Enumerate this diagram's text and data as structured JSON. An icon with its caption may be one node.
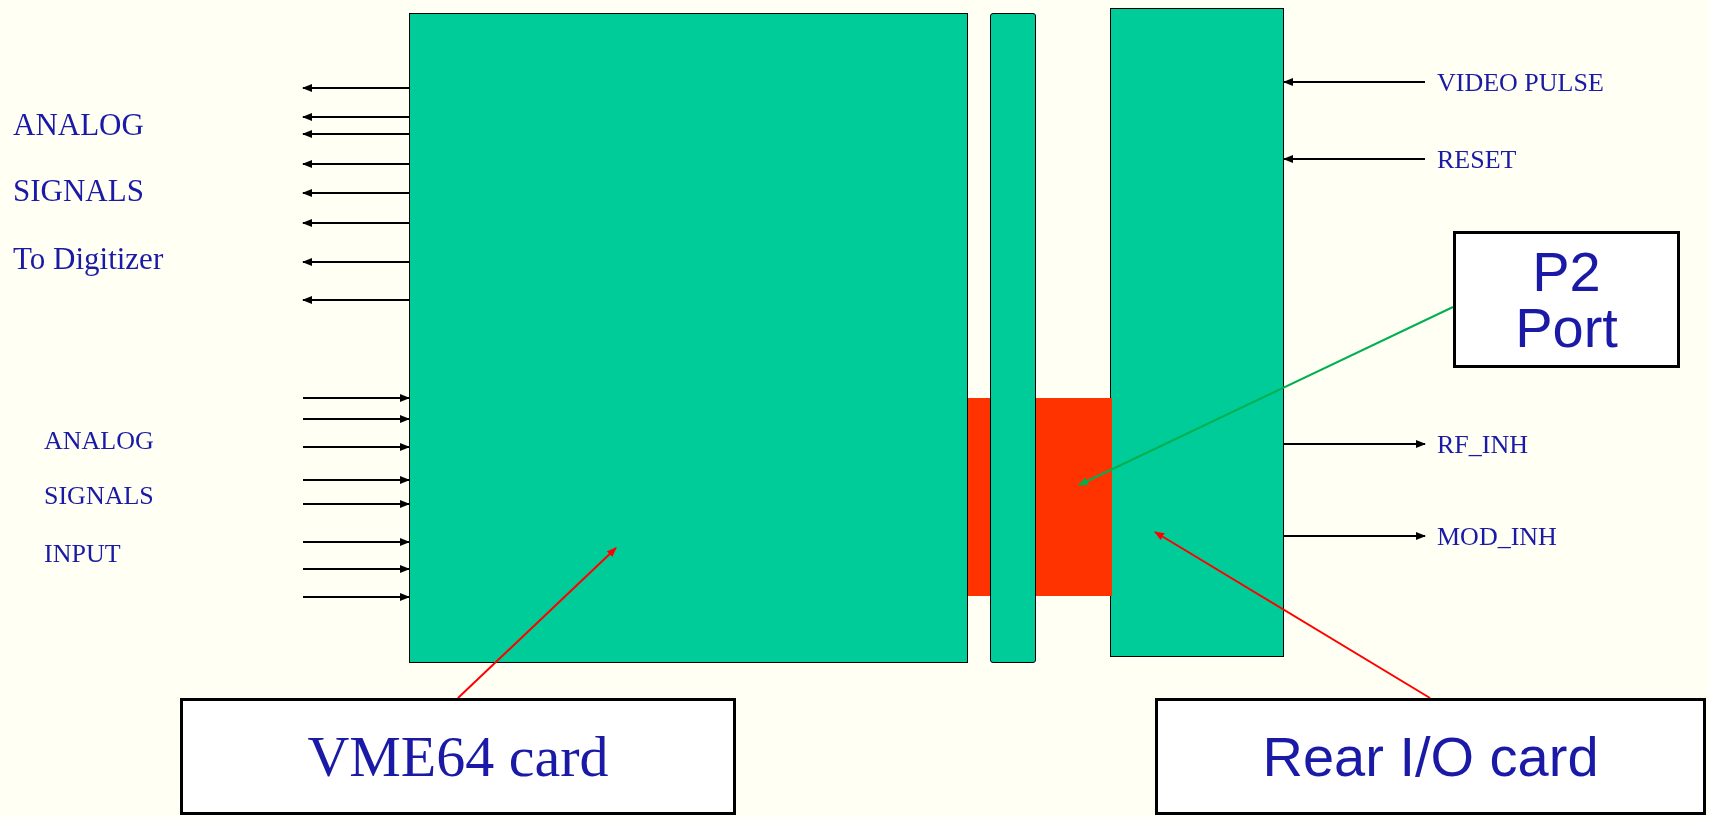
{
  "diagram": {
    "nodes": [
      {
        "text": [],
        "shape": "box"
      },
      {
        "text": [],
        "shape": "bar"
      },
      {
        "text": [],
        "shape": "box"
      },
      {
        "text": [],
        "shape": "box"
      },
      {
        "text": [
          "P2 Port"
        ]
      },
      {
        "text": [
          "VME64 card"
        ]
      },
      {
        "text": [
          "Rear I/O card"
        ]
      },
      {
        "text": [
          "VIDEO PULSE"
        ]
      },
      {
        "text": [
          "RESET"
        ]
      },
      {
        "text": [
          "RF_INH"
        ]
      },
      {
        "text": [
          "MOD_INH"
        ]
      },
      {
        "text": [],
        "shape": "box"
      }
    ],
    "edges": [
      {
        "from": 0,
        "to": null,
        "arrow": "to"
      },
      {
        "from": 0,
        "to": null,
        "arrow": "to"
      },
      {
        "from": 0,
        "to": null,
        "arrow": "to"
      },
      {
        "from": 0,
        "to": null,
        "arrow": "to"
      },
      {
        "from": 0,
        "to": null,
        "arrow": "to"
      },
      {
        "from": 0,
        "to": null,
        "arrow": "to"
      },
      {
        "from": 0,
        "to": null,
        "arrow": "to"
      },
      {
        "from": 0,
        "to": null,
        "arrow": "to"
      },
      {
        "from": null,
        "to": 0,
        "arrow": "to"
      },
      {
        "from": null,
        "to": 0,
        "arrow": "to"
      },
      {
        "from": null,
        "to": 0,
        "arrow": "to"
      },
      {
        "from": null,
        "to": 0,
        "arrow": "to"
      },
      {
        "from": null,
        "to": 0,
        "arrow": "to"
      },
      {
        "from": null,
        "to": 0,
        "arrow": "to"
      },
      {
        "from": null,
        "to": 0,
        "arrow": "to"
      },
      {
        "from": null,
        "to": 0,
        "arrow": "to"
      },
      {
        "from": 7,
        "to": 3,
        "arrow": "to"
      },
      {
        "from": 8,
        "to": 3,
        "arrow": "to"
      },
      {
        "from": 3,
        "to": 9,
        "arrow": "to"
      },
      {
        "from": 3,
        "to": 10,
        "arrow": "to"
      },
      {
        "from": 4,
        "to": 2,
        "arrow": "to",
        "color": "#00b050"
      },
      {
        "from": 5,
        "to": 0,
        "arrow": "to",
        "color": "#ff0000"
      },
      {
        "from": 6,
        "to": 3,
        "arrow": "to",
        "color": "#ff0000"
      }
    ],
    "labels": [
      "ANALOG",
      "SIGNALS",
      "To Digitizer",
      "ANALOG",
      "SIGNALS",
      "INPUT"
    ]
  }
}
